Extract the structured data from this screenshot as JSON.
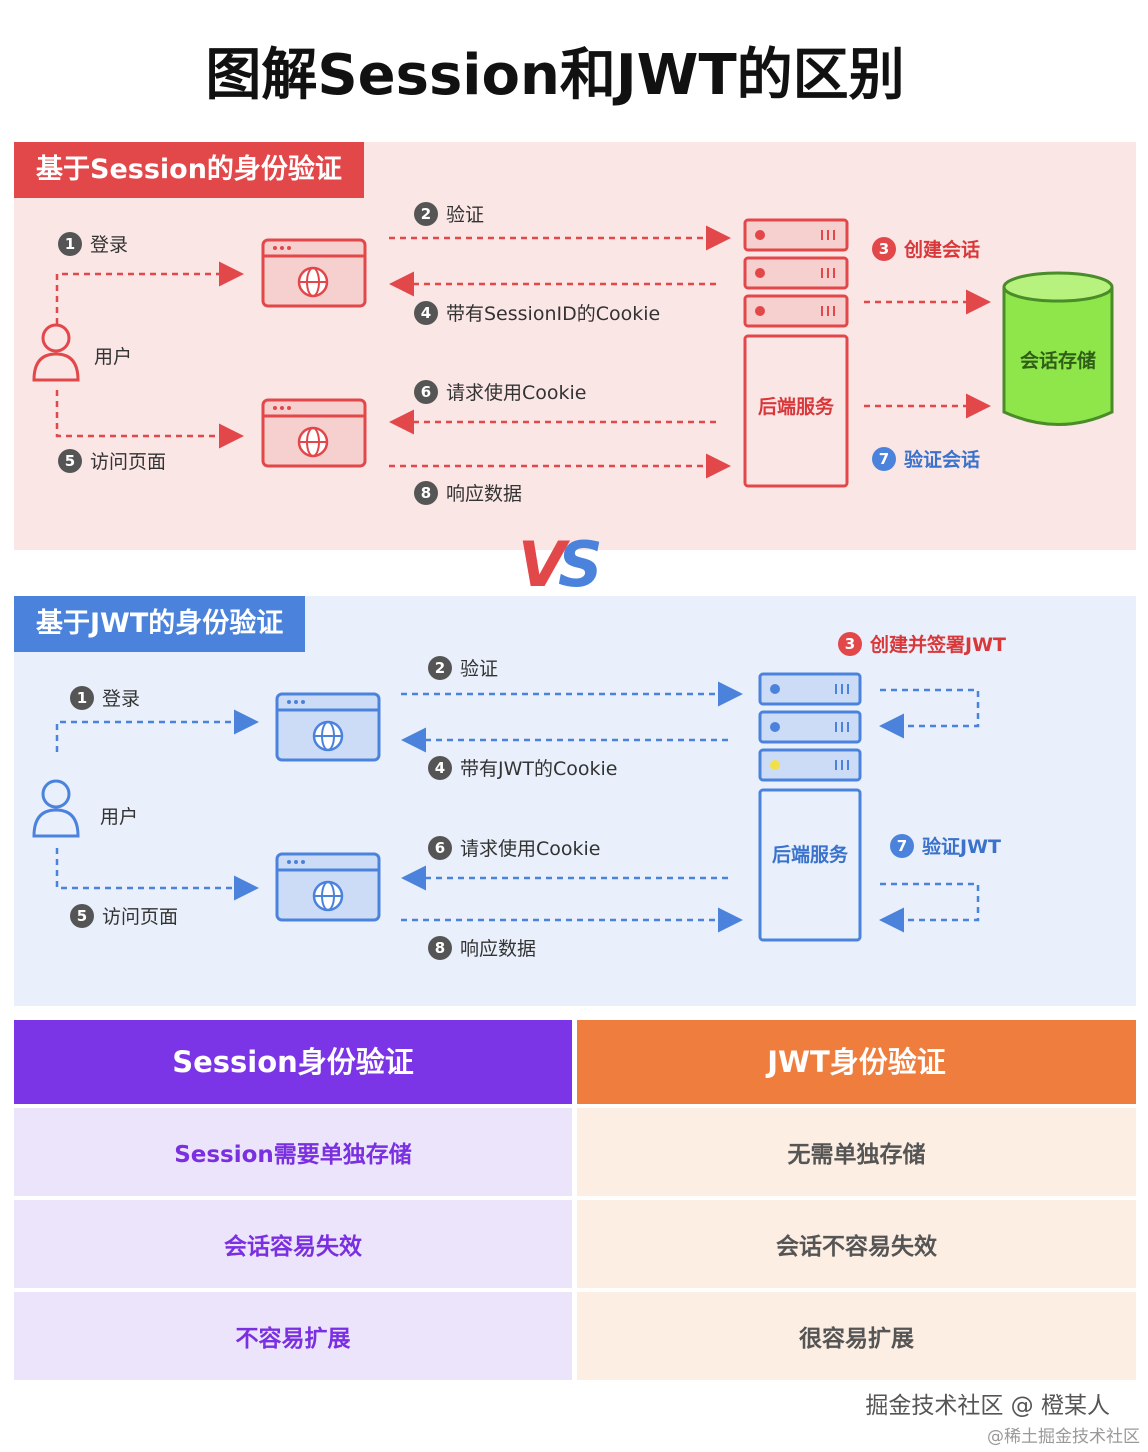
{
  "title": "图解Session和JWT的区别",
  "session": {
    "heading": "基于Session的身份验证",
    "user_label": "用户",
    "server_label": "后端服务",
    "storage_label": "会话存储",
    "steps": [
      {
        "num": "1",
        "text": "登录"
      },
      {
        "num": "2",
        "text": "验证"
      },
      {
        "num": "3",
        "text": "创建会话"
      },
      {
        "num": "4",
        "text": "带有SessionID的Cookie"
      },
      {
        "num": "5",
        "text": "访问页面"
      },
      {
        "num": "6",
        "text": "请求使用Cookie"
      },
      {
        "num": "7",
        "text": "验证会话"
      },
      {
        "num": "8",
        "text": "响应数据"
      }
    ]
  },
  "vs": {
    "v": "V",
    "s": "S"
  },
  "jwt": {
    "heading": "基于JWT的身份验证",
    "user_label": "用户",
    "server_label": "后端服务",
    "steps": [
      {
        "num": "1",
        "text": "登录"
      },
      {
        "num": "2",
        "text": "验证"
      },
      {
        "num": "3",
        "text": "创建并签署JWT"
      },
      {
        "num": "4",
        "text": "带有JWT的Cookie"
      },
      {
        "num": "5",
        "text": "访问页面"
      },
      {
        "num": "6",
        "text": "请求使用Cookie"
      },
      {
        "num": "7",
        "text": "验证JWT"
      },
      {
        "num": "8",
        "text": "响应数据"
      }
    ]
  },
  "comparison": {
    "left": {
      "header": "Session身份验证",
      "rows": [
        "Session需要单独存储",
        "会话容易失效",
        "不容易扩展"
      ]
    },
    "right": {
      "header": "JWT身份验证",
      "rows": [
        "无需单独存储",
        "会话不容易失效",
        "很容易扩展"
      ]
    }
  },
  "watermark": "掘金技术社区 @ 橙某人",
  "watermark2": "@稀土掘金技术社区",
  "colors": {
    "session_accent": "#e2474a",
    "jwt_accent": "#4b83dc",
    "storage": "#8ee64a",
    "left_header": "#7b35e6",
    "right_header": "#ef7e3e"
  }
}
